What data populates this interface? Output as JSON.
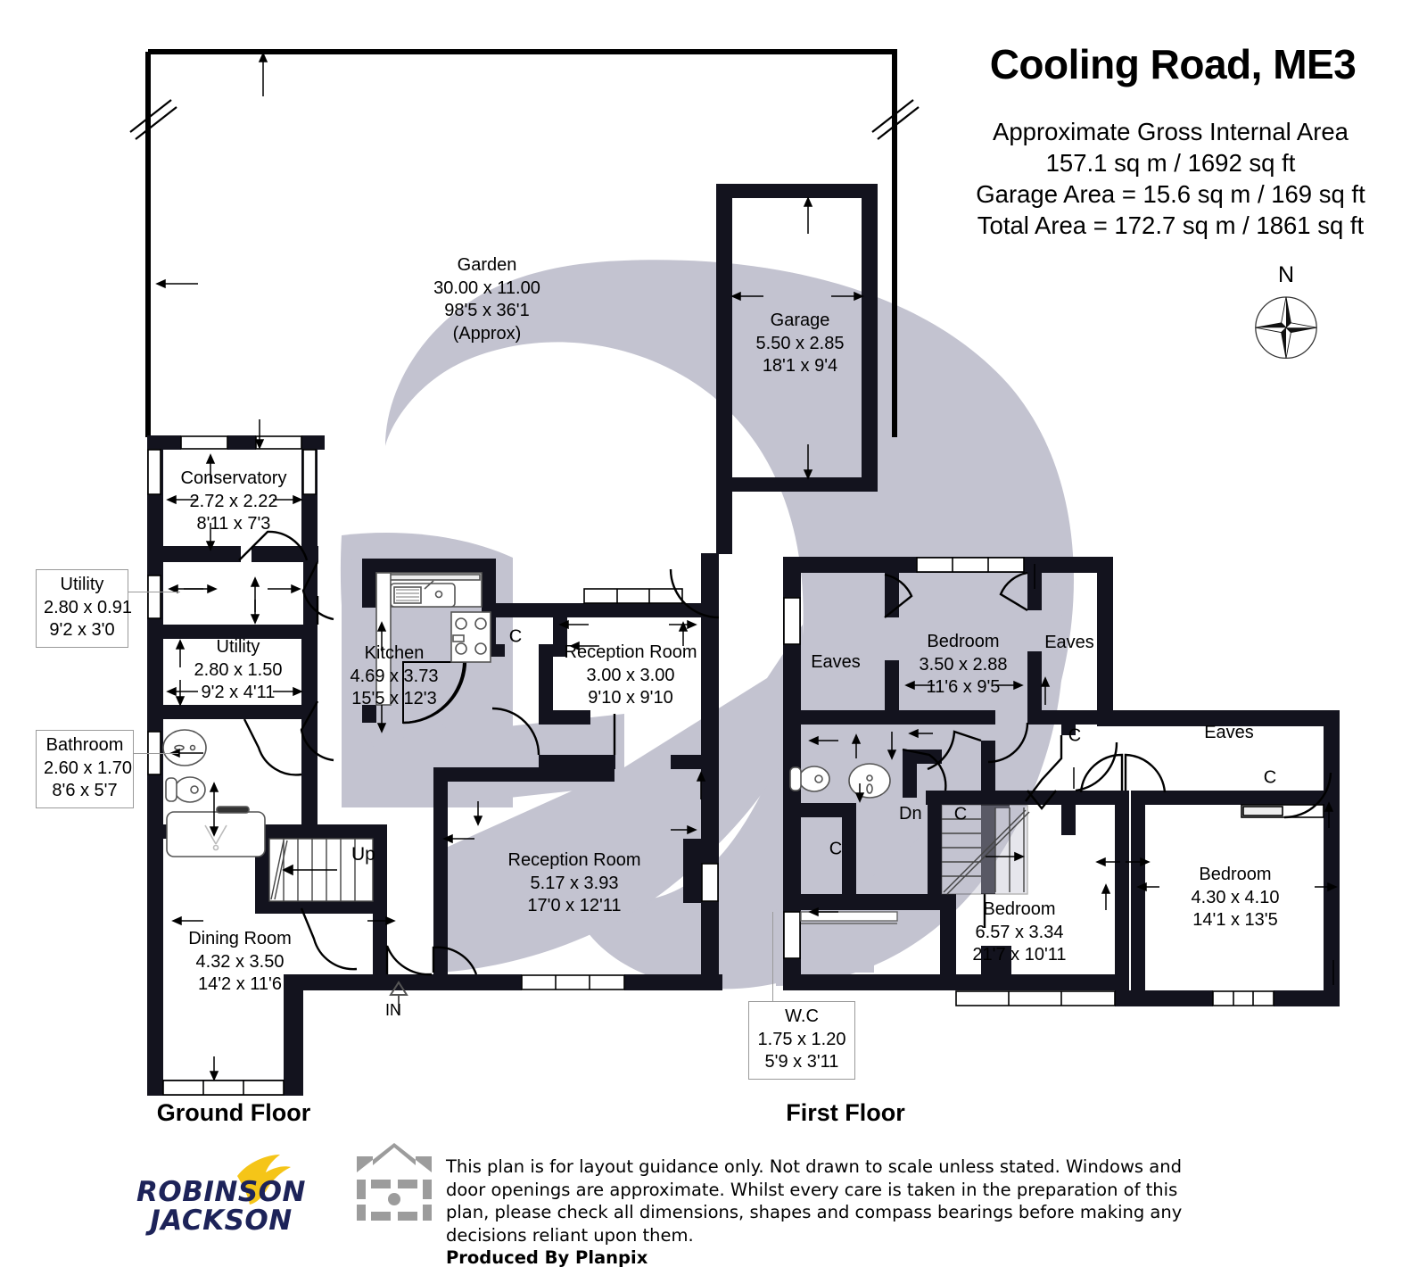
{
  "header": {
    "title": "Cooling Road, ME3",
    "area_lines": [
      "Approximate Gross Internal Area",
      "157.1 sq m / 1692 sq ft",
      "Garage Area = 15.6 sq m / 169 sq ft",
      "Total Area = 172.7 sq m / 1861 sq ft"
    ]
  },
  "compass": {
    "north_label": "N"
  },
  "floors": {
    "ground_label": "Ground Floor",
    "first_label": "First Floor"
  },
  "ground_floor": {
    "garden": {
      "name": "Garden",
      "metric": "30.00 x 11.00",
      "imperial": "98'5 x 36'1",
      "note": "(Approx)"
    },
    "garage": {
      "name": "Garage",
      "metric": "5.50 x 2.85",
      "imperial": "18'1 x 9'4"
    },
    "conservatory": {
      "name": "Conservatory",
      "metric": "2.72 x 2.22",
      "imperial": "8'11 x 7'3"
    },
    "utility_small": {
      "name": "Utility",
      "metric": "2.80 x 0.91",
      "imperial": "9'2 x 3'0"
    },
    "utility_large": {
      "name": "Utility",
      "metric": "2.80 x 1.50",
      "imperial": "9'2 x 4'11"
    },
    "bathroom": {
      "name": "Bathroom",
      "metric": "2.60 x 1.70",
      "imperial": "8'6 x 5'7"
    },
    "kitchen": {
      "name": "Kitchen",
      "metric": "4.69 x 3.73",
      "imperial": "15'5 x 12'3"
    },
    "reception_small": {
      "name": "Reception Room",
      "metric": "3.00 x 3.00",
      "imperial": "9'10 x 9'10"
    },
    "reception_large": {
      "name": "Reception Room",
      "metric": "5.17 x 3.93",
      "imperial": "17'0 x 12'11"
    },
    "dining": {
      "name": "Dining Room",
      "metric": "4.32 x 3.50",
      "imperial": "14'2 x 11'6"
    },
    "stairs_up": "Up",
    "entrance": "IN",
    "cupboard": "C"
  },
  "first_floor": {
    "bedroom_top": {
      "name": "Bedroom",
      "metric": "3.50 x 2.88",
      "imperial": "11'6 x 9'5"
    },
    "bedroom_left": {
      "name": "Bedroom",
      "metric": "6.57 x 3.34",
      "imperial": "21'7 x 10'11"
    },
    "bedroom_right": {
      "name": "Bedroom",
      "metric": "4.30 x 4.10",
      "imperial": "14'1 x 13'5"
    },
    "wc": {
      "name": "W.C",
      "metric": "1.75 x 1.20",
      "imperial": "5'9 x 3'11"
    },
    "eaves_left": "Eaves",
    "eaves_mid": "Eaves",
    "eaves_right": "Eaves",
    "stairs_dn": "Dn",
    "cupboard_a": "C",
    "cupboard_b": "C",
    "cupboard_c": "C",
    "cupboard_d": "C",
    "cupboard_e": "C"
  },
  "footer": {
    "disclaimer": "This plan is for layout guidance only. Not drawn to scale unless stated. Windows and door openings are approximate. Whilst every care is taken in the preparation of this plan, please check all dimensions, shapes and compass bearings before making any decisions reliant upon them.",
    "producer": "Produced By Planpix",
    "logo_line1": "ROBINSON",
    "logo_line2": "JACKSON"
  },
  "colors": {
    "wall": "#13131e",
    "shading": "#c3c3d0",
    "logo_navy": "#1d2359",
    "logo_yellow": "#f5c518",
    "icon_grey": "#9c9c9c",
    "callout_border": "#9a9a9a"
  }
}
